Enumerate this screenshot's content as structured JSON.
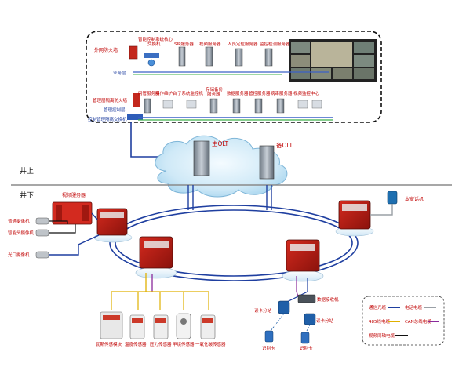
{
  "surface": {
    "topbox": {
      "row1": {
        "firewall_label": "外网防火墙",
        "smart_core_switch": "智能控制系统核心\n交换机",
        "sip_server": "SIP服务器",
        "video_server": "视频服务器",
        "person_locate_server": "人员定位服务器",
        "detect_control_server": "监控检测服务器",
        "display_wall": "",
        "business_layer": "业务层"
      },
      "row2": {
        "mgmt_firewall": "管理层隔离防火墙",
        "mgmt_switch": "管理控制层",
        "mgmt_isolation_switch": "控制管理隔离交换机",
        "network_server": "网管服务器",
        "ops_station": "操作维护台",
        "subsystem_platform": "子系统监控机",
        "storage_server": "存储备份服务器",
        "data_server": "数据服务器",
        "mgmt_server": "管控服务器",
        "antivirus_server": "病毒服务器",
        "video_center": "视频监控中心"
      }
    },
    "olt_main": "主OLT",
    "olt_backup": "备OLT",
    "above_ground": "井上",
    "underground": "井下"
  },
  "underground": {
    "video_server": "视频服务器",
    "cameras": [
      "普通摄像机",
      "智能头摄像机",
      "光口摄像机"
    ],
    "telephone_station": "本安话机",
    "sensors": [
      "瓦斯传感模块",
      "温度传感器",
      "压力传感器",
      "甲烷传感器",
      "一氧化碳传感器"
    ],
    "card_reader": "读卡分站",
    "data_collector": "数据接收机",
    "card_station": "读卡分站",
    "id_card_1": "识别卡",
    "id_card_2": "识别卡"
  },
  "legend": {
    "items": [
      {
        "label": "通信光缆",
        "color": "#1f3fa0"
      },
      {
        "label": "电话电缆",
        "color": "#9aa0a6"
      },
      {
        "label": "485线电缆",
        "color": "#e0b000"
      },
      {
        "label": "CAN总线电缆",
        "color": "#8a2a9a"
      },
      {
        "label": "视频同轴电缆",
        "color": "#111111"
      }
    ]
  }
}
